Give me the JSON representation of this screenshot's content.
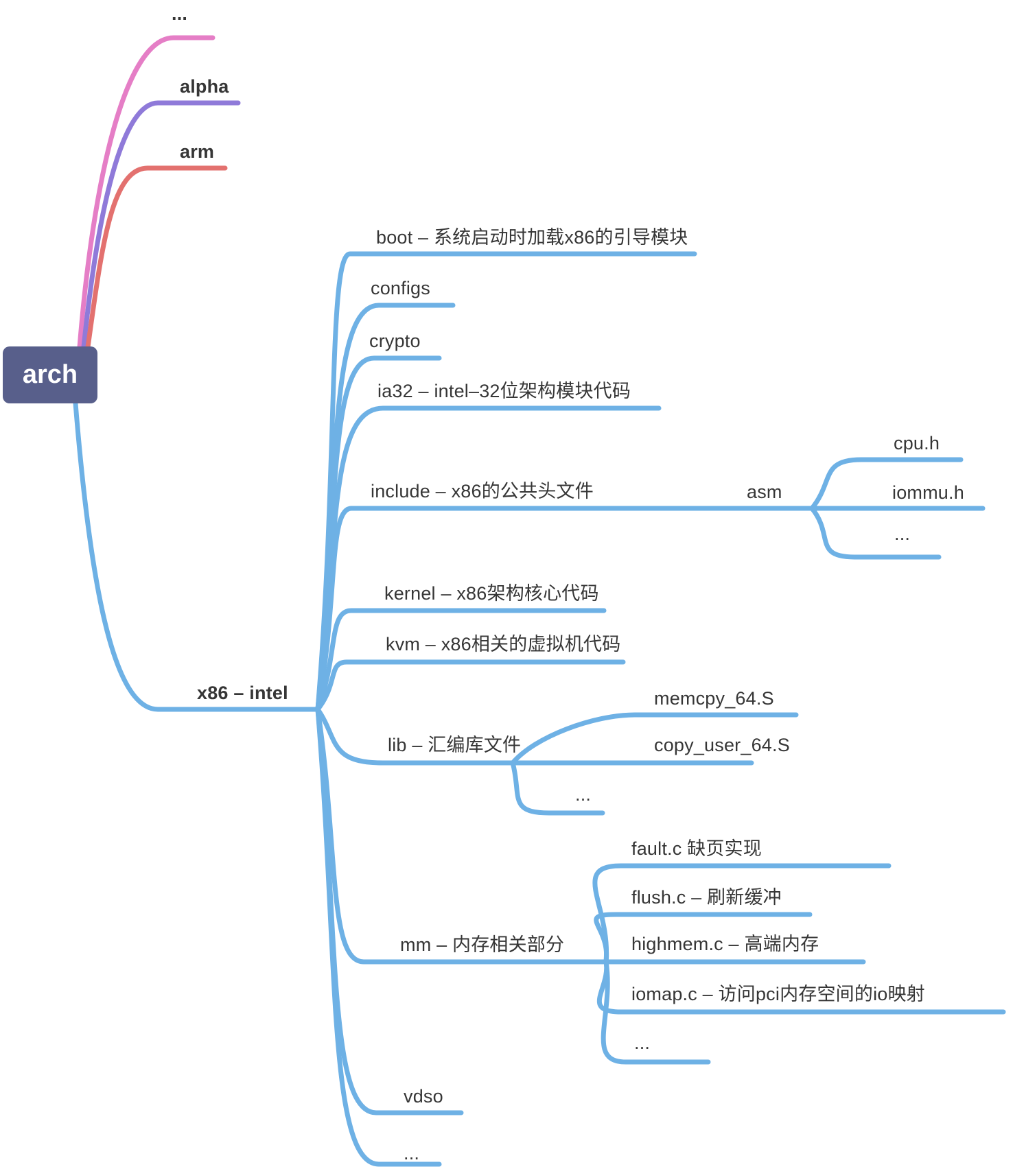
{
  "palette": {
    "pink": "#e57ec6",
    "purple": "#8f7ad9",
    "red": "#e3716f",
    "blue": "#6eb1e5",
    "root_bg": "#585f8b",
    "root_text": "#ffffff",
    "label_text": "#363636"
  },
  "mindmap": {
    "root": {
      "label": "arch"
    },
    "branches": [
      {
        "id": "misc-top",
        "label": "..."
      },
      {
        "id": "alpha",
        "label": "alpha"
      },
      {
        "id": "arm",
        "label": "arm"
      },
      {
        "id": "x86",
        "label": "x86 – intel",
        "children": [
          {
            "label": "boot – 系统启动时加载x86的引导模块"
          },
          {
            "label": "configs"
          },
          {
            "label": "crypto"
          },
          {
            "label": "ia32 – intel–32位架构模块代码"
          },
          {
            "label": "include – x86的公共头文件",
            "children": [
              {
                "label": "asm",
                "children": [
                  {
                    "label": "cpu.h"
                  },
                  {
                    "label": "iommu.h"
                  },
                  {
                    "label": "..."
                  }
                ]
              }
            ]
          },
          {
            "label": "kernel – x86架构核心代码"
          },
          {
            "label": "kvm – x86相关的虚拟机代码"
          },
          {
            "label": "lib – 汇编库文件",
            "children": [
              {
                "label": "memcpy_64.S"
              },
              {
                "label": "copy_user_64.S"
              },
              {
                "label": "..."
              }
            ]
          },
          {
            "label": "mm – 内存相关部分",
            "children": [
              {
                "label": "fault.c 缺页实现"
              },
              {
                "label": "flush.c – 刷新缓冲"
              },
              {
                "label": "highmem.c – 高端内存"
              },
              {
                "label": "iomap.c – 访问pci内存空间的io映射"
              },
              {
                "label": "..."
              }
            ]
          },
          {
            "label": "vdso"
          },
          {
            "label": "..."
          }
        ]
      }
    ]
  }
}
